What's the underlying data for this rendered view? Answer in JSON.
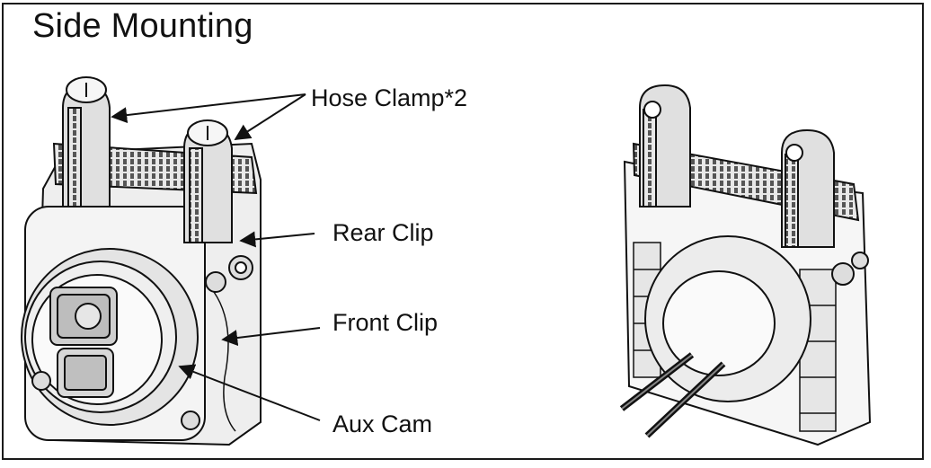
{
  "title": "Side Mounting",
  "labels": {
    "hose_clamp": "Hose Clamp*2",
    "rear_clip": "Rear Clip",
    "front_clip": "Front Clip",
    "aux_cam": "Aux Cam"
  },
  "colors": {
    "line": "#111111",
    "body": "#f2f2f2",
    "shade": "#d6d6d6",
    "dark": "#333333"
  }
}
